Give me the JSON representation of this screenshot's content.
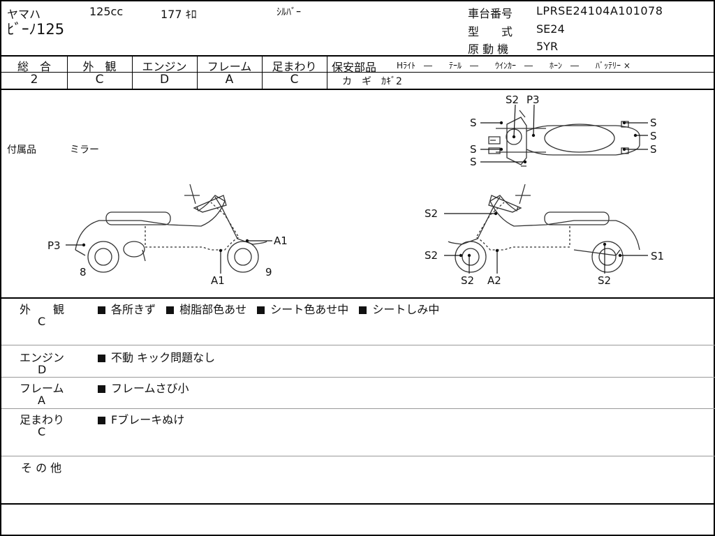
{
  "header": {
    "maker": "ヤマハ",
    "cc": "125cc",
    "mileage": "177 ｷﾛ",
    "color": "ｼﾙﾊﾞｰ",
    "model_name": "ﾋﾞｰﾉ125",
    "chassis_label": "車台番号",
    "chassis_no": "LPRSE24104A101078",
    "type_label": "型　　式",
    "type_value": "SE24",
    "engine_label": "原 動 機",
    "engine_value": "5YR"
  },
  "ratings": [
    {
      "label": "総　合",
      "value": "2"
    },
    {
      "label": "外　観",
      "value": "C"
    },
    {
      "label": "エンジン",
      "value": "D"
    },
    {
      "label": "フレーム",
      "value": "A"
    },
    {
      "label": "足まわり",
      "value": "C"
    }
  ],
  "safety": {
    "label": "保安部品",
    "row1": "Hﾗｲﾄ　―　　ﾃｰﾙ　―　　ｳｲﾝｶｰ　―　　ﾎｰﾝ　―　　ﾊﾞｯﾃﾘｰ ×",
    "row2": "カ　ギ　ｶｷﾞ2"
  },
  "accessories": {
    "label": "付属品",
    "value": "ミラー"
  },
  "diagram_labels": {
    "top_S2": "S2",
    "top_P3": "P3",
    "top_S_l1": "S",
    "top_S_l2": "S",
    "top_S_l3": "S",
    "top_S_r1": "S",
    "top_S_r2": "S",
    "top_S_r3": "S",
    "left_P3": "P3",
    "left_A1a": "A1",
    "left_A1b": "A1",
    "left_8": "8",
    "left_9": "9",
    "right_S2a": "S2",
    "right_S2b": "S2",
    "right_S2c": "S2",
    "right_A2": "A2",
    "right_S2d": "S2",
    "right_S1": "S1"
  },
  "sections": [
    {
      "label": "外　　観",
      "grade": "C",
      "items": [
        "各所きず",
        "樹脂部色あせ",
        "シート色あせ中",
        "シートしみ中"
      ]
    },
    {
      "label": "エンジン",
      "grade": "D",
      "items": [
        "不動 キック問題なし"
      ]
    },
    {
      "label": "フレーム",
      "grade": "A",
      "items": [
        "フレームさび小"
      ]
    },
    {
      "label": "足まわり",
      "grade": "C",
      "items": [
        "Fブレーキぬけ"
      ]
    },
    {
      "label": "そ の 他",
      "grade": "",
      "items": []
    }
  ]
}
